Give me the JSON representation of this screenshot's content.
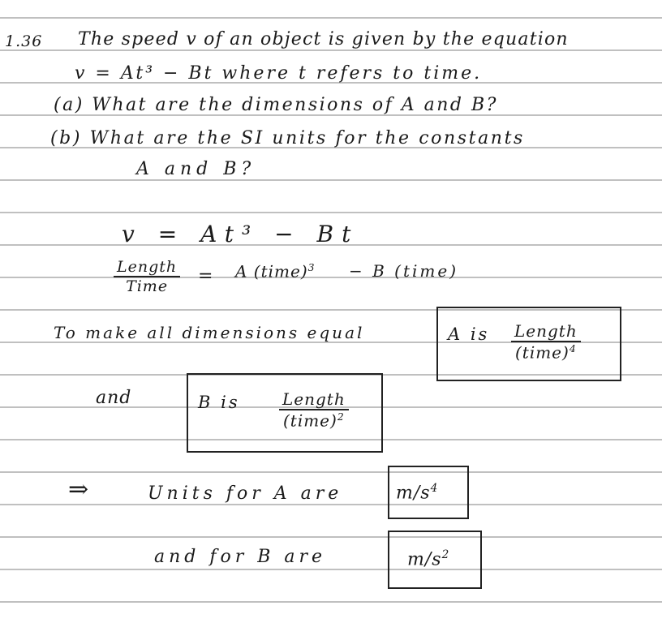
{
  "problem": {
    "number": "1.36",
    "line1": "The speed v of an object is given by the equation",
    "line2": "v = At³ − Bt  where t refers to time.",
    "part_a": "(a) What are the dimensions of A and B?",
    "part_b_1": "(b) What are the SI units for the constants",
    "part_b_2": "A and B?"
  },
  "work": {
    "equation": "v = At³ − Bt",
    "lhs_num": "Length",
    "lhs_den": "Time",
    "equals": "=",
    "rhs_a": "A (time)",
    "rhs_a_exp": "3",
    "rhs_b": "− B (time)",
    "to_make": "To make all dimensions equal",
    "a_is": "A is",
    "a_num": "Length",
    "a_den": "(time)",
    "a_den_exp": "4",
    "and": "and",
    "b_is": "B is",
    "b_num": "Length",
    "b_den": "(time)",
    "b_den_exp": "2",
    "arrow": "⇒",
    "units_a_label": "Units for A are",
    "units_a": "m/s",
    "units_a_exp": "4",
    "units_b_label": "and for B are",
    "units_b": "m/s",
    "units_b_exp": "2"
  },
  "colors": {
    "ink": "#1a1a1a",
    "rule": "#9a9a9a",
    "paper": "#ffffff"
  }
}
